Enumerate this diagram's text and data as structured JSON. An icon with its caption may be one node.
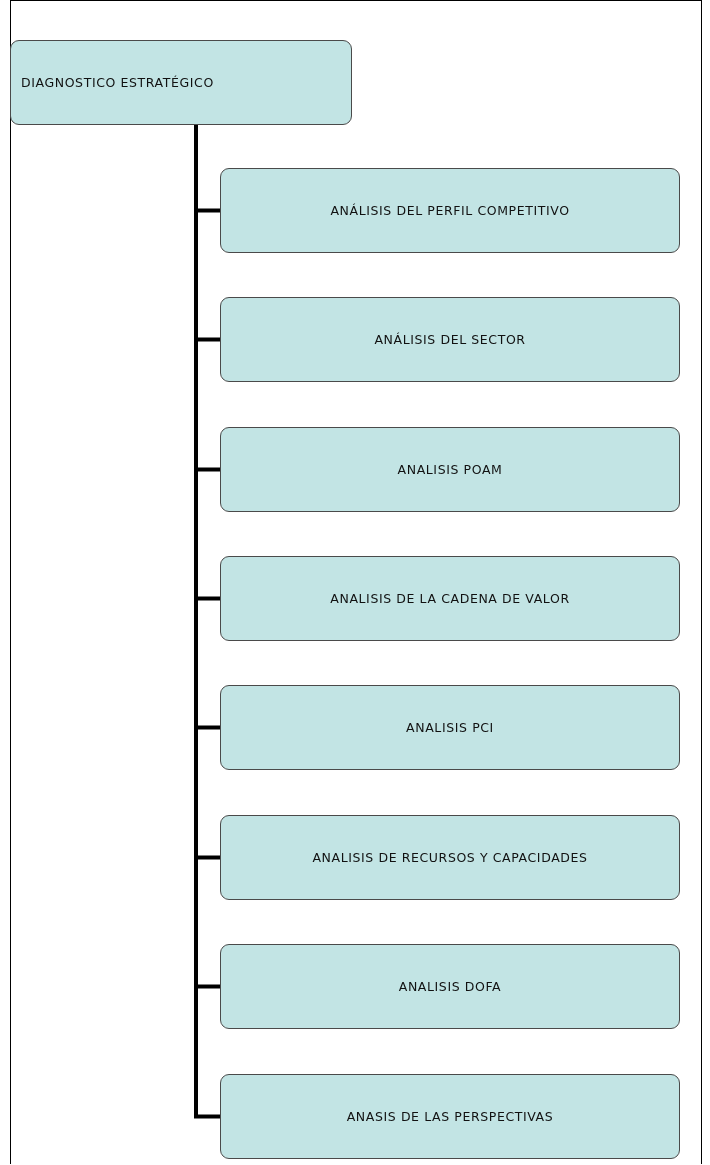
{
  "diagram": {
    "nodes": [
      {
        "text": [
          "DIAGNOSTICO ESTRATÉGICO"
        ]
      },
      {
        "text": [
          "ANÁLISIS DEL PERFIL COMPETITIVO"
        ]
      },
      {
        "text": [
          "ANÁLISIS DEL SECTOR"
        ]
      },
      {
        "text": [
          "ANALISIS POAM"
        ]
      },
      {
        "text": [
          "ANALISIS DE LA CADENA DE VALOR"
        ]
      },
      {
        "text": [
          "ANALISIS PCI"
        ]
      },
      {
        "text": [
          "ANALISIS DE RECURSOS Y CAPACIDADES"
        ]
      },
      {
        "text": [
          "ANALISIS DOFA"
        ]
      },
      {
        "text": [
          "ANASIS DE LAS PERSPECTIVAS"
        ]
      }
    ],
    "edges": [
      {
        "from": 0,
        "to": 1,
        "arrow": "none"
      },
      {
        "from": 0,
        "to": 2,
        "arrow": "none"
      },
      {
        "from": 0,
        "to": 3,
        "arrow": "none"
      },
      {
        "from": 0,
        "to": 4,
        "arrow": "none"
      },
      {
        "from": 0,
        "to": 5,
        "arrow": "none"
      },
      {
        "from": 0,
        "to": 6,
        "arrow": "none"
      },
      {
        "from": 0,
        "to": 7,
        "arrow": "none"
      },
      {
        "from": 0,
        "to": 8,
        "arrow": "none"
      }
    ]
  }
}
